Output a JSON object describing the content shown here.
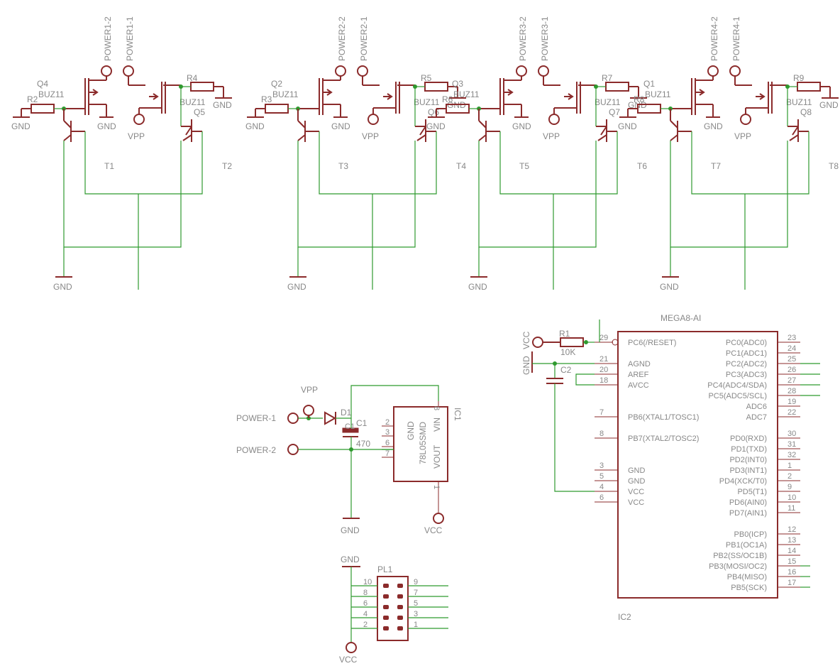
{
  "schematic": {
    "stages": [
      {
        "power_a": "POWER1-2",
        "power_b": "POWER1-1",
        "q_left": "Q4",
        "q_left_type": "BUZ11",
        "q_right_type": "BUZ11",
        "q_right": "Q5",
        "r_left": "R2",
        "r_right": "R4",
        "gnd_a": "GND",
        "gnd_b": "GND",
        "gnd_c": "GND",
        "gnd_bottom": "GND",
        "vpp": "VPP",
        "t_left": "T1",
        "t_right": "T2"
      },
      {
        "power_a": "POWER2-2",
        "power_b": "POWER2-1",
        "q_left": "Q2",
        "q_left_type": "BUZ11",
        "q_right_type": "BUZ11",
        "q_right": "Q6",
        "r_left": "R3",
        "r_right": "R5",
        "gnd_a": "GND",
        "gnd_b": "GND",
        "gnd_c": "GND",
        "gnd_bottom": "GND",
        "vpp": "VPP",
        "t_left": "T3",
        "t_right": "T4"
      },
      {
        "power_a": "POWER3-2",
        "power_b": "POWER3-1",
        "q_left": "Q3",
        "q_left_type": "BUZ11",
        "q_right_type": "BUZ11",
        "q_right": "Q7",
        "r_left": "R6",
        "r_right": "R7",
        "gnd_a": "GND",
        "gnd_b": "GND",
        "gnd_c": "GND",
        "gnd_bottom": "GND",
        "vpp": "VPP",
        "t_left": "T5",
        "t_right": "T6"
      },
      {
        "power_a": "POWER4-2",
        "power_b": "POWER4-1",
        "q_left": "Q1",
        "q_left_type": "BUZ11",
        "q_right_type": "BUZ11",
        "q_right": "Q8",
        "r_left": "R8",
        "r_right": "R9",
        "gnd_a": "GND",
        "gnd_b": "GND",
        "gnd_c": "GND",
        "gnd_bottom": "GND",
        "vpp": "VPP",
        "t_left": "T7",
        "t_right": "T8"
      }
    ],
    "regulator": {
      "vpp": "VPP",
      "power1": "POWER-1",
      "power2": "POWER-2",
      "diode": "D1",
      "cap": "C1",
      "cap_value": "470",
      "name": "IC1",
      "part": "78L05SMD",
      "vin": "VIN",
      "gnd_pin": "GND",
      "vout": "VOUT",
      "pins": [
        "8",
        "2",
        "3",
        "6",
        "7",
        "1"
      ],
      "gnd": "GND",
      "vcc": "VCC"
    },
    "connector": {
      "name": "PL1",
      "gnd": "GND",
      "vcc": "VCC",
      "left_pins": [
        "10",
        "8",
        "6",
        "4",
        "2"
      ],
      "right_pins": [
        "9",
        "7",
        "5",
        "3",
        "1"
      ]
    },
    "mcu": {
      "title": "MEGA8-AI",
      "name": "IC2",
      "r1": "R1",
      "r1_value": "10K",
      "c2": "C2",
      "vcc": "VCC",
      "gnd": "GND",
      "left_pins": [
        {
          "num": "29",
          "name": "PC6(/RESET)"
        },
        {
          "num": "21",
          "name": "AGND"
        },
        {
          "num": "20",
          "name": "AREF"
        },
        {
          "num": "18",
          "name": "AVCC"
        },
        {
          "num": "7",
          "name": "PB6(XTAL1/TOSC1)"
        },
        {
          "num": "8",
          "name": "PB7(XTAL2/TOSC2)"
        },
        {
          "num": "3",
          "name": "GND"
        },
        {
          "num": "5",
          "name": "GND"
        },
        {
          "num": "4",
          "name": "VCC"
        },
        {
          "num": "6",
          "name": "VCC"
        }
      ],
      "right_pins": [
        {
          "num": "23",
          "name": "PC0(ADC0)"
        },
        {
          "num": "24",
          "name": "PC1(ADC1)"
        },
        {
          "num": "25",
          "name": "PC2(ADC2)"
        },
        {
          "num": "26",
          "name": "PC3(ADC3)"
        },
        {
          "num": "27",
          "name": "PC4(ADC4/SDA)"
        },
        {
          "num": "28",
          "name": "PC5(ADC5/SCL)"
        },
        {
          "num": "19",
          "name": "ADC6"
        },
        {
          "num": "22",
          "name": "ADC7"
        },
        {
          "num": "30",
          "name": "PD0(RXD)"
        },
        {
          "num": "31",
          "name": "PD1(TXD)"
        },
        {
          "num": "32",
          "name": "PD2(INT0)"
        },
        {
          "num": "1",
          "name": "PD3(INT1)"
        },
        {
          "num": "2",
          "name": "PD4(XCK/T0)"
        },
        {
          "num": "9",
          "name": "PD5(T1)"
        },
        {
          "num": "10",
          "name": "PD6(AIN0)"
        },
        {
          "num": "11",
          "name": "PD7(AIN1)"
        },
        {
          "num": "12",
          "name": "PB0(ICP)"
        },
        {
          "num": "13",
          "name": "PB1(OC1A)"
        },
        {
          "num": "14",
          "name": "PB2(SS/OC1B)"
        },
        {
          "num": "15",
          "name": "PB3(MOSI/OC2)"
        },
        {
          "num": "16",
          "name": "PB4(MISO)"
        },
        {
          "num": "17",
          "name": "PB5(SCK)"
        }
      ]
    },
    "colors": {
      "symbol": "#8b2b2b",
      "wire": "#2f9a2f",
      "text": "#888888"
    }
  }
}
